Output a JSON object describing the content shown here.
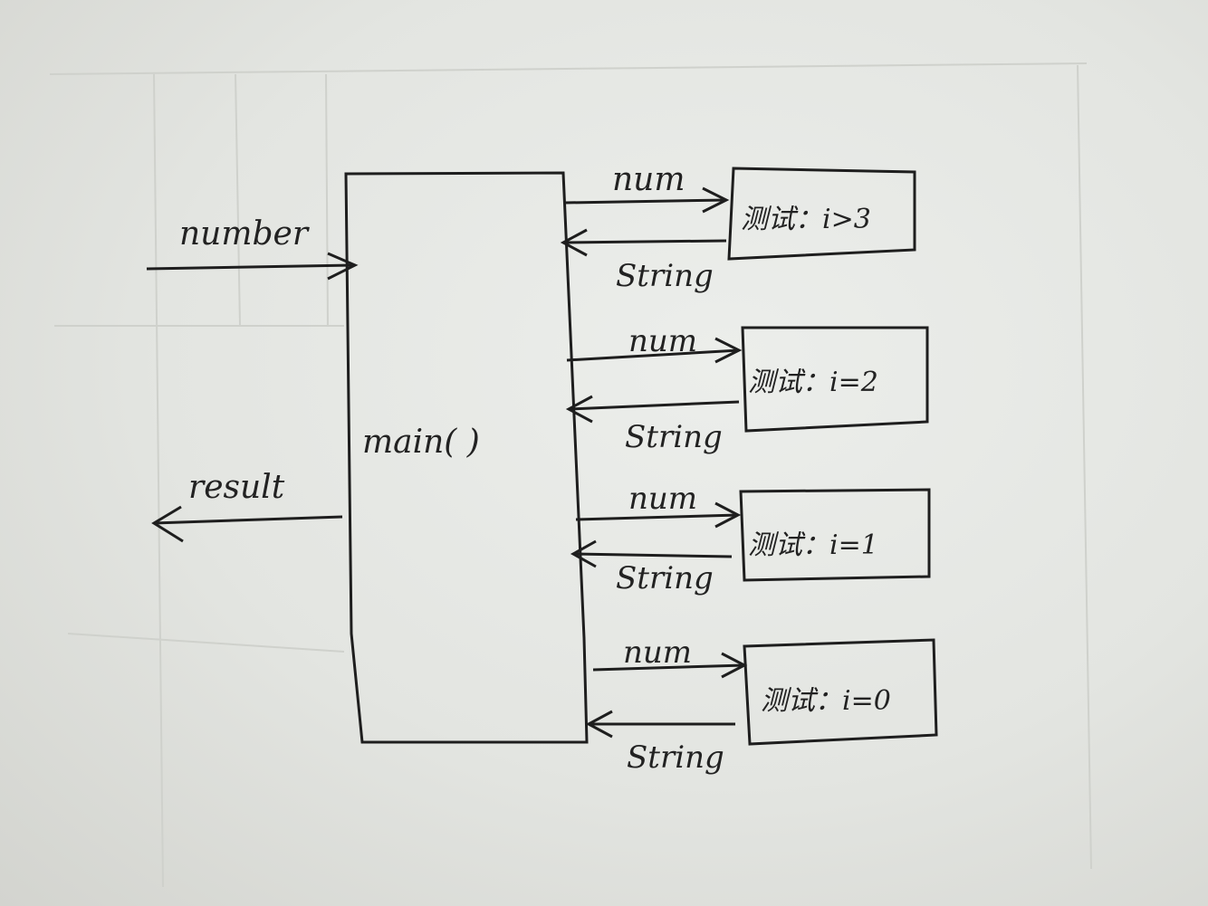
{
  "diagram": {
    "main_label": "main( )",
    "inputs": {
      "left_in_label": "number",
      "left_out_label": "result"
    },
    "calls": [
      {
        "num_label": "num",
        "string_label": "String",
        "box_text": "测试：i>3"
      },
      {
        "num_label": "num",
        "string_label": "String",
        "box_text": "测试：i=2"
      },
      {
        "num_label": "num",
        "string_label": "String",
        "box_text": "测试：i=1"
      },
      {
        "num_label": "num",
        "string_label": "String",
        "box_text": "测试：i=0"
      }
    ]
  }
}
